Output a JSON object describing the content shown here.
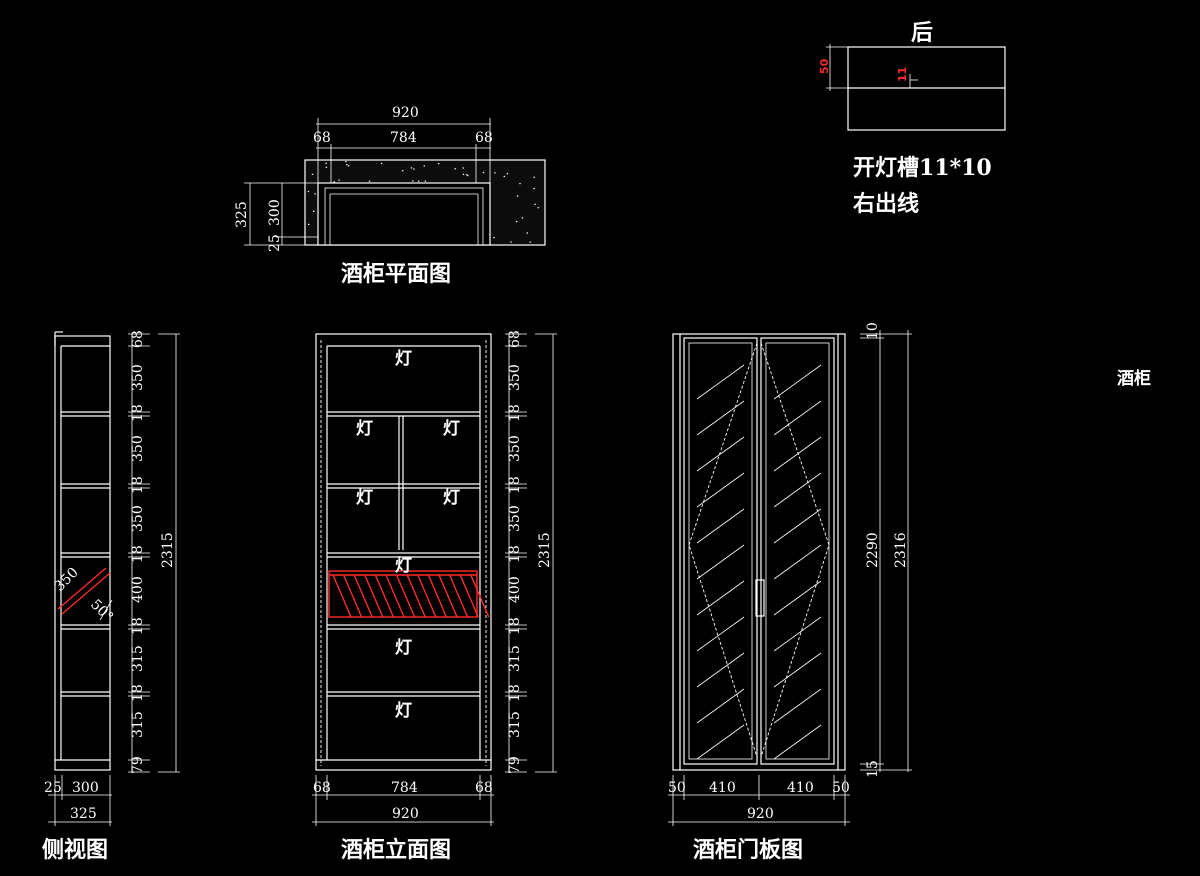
{
  "colors": {
    "background": "#000000",
    "line": "#ffffff",
    "accent_red": "#ff2a2a"
  },
  "titles": {
    "plan": "酒柜平面图",
    "side": "侧视图",
    "elevation": "酒柜立面图",
    "door": "酒柜门板图"
  },
  "detail": {
    "back_label": "后",
    "height_dim": "50",
    "slot_dim": "11",
    "note_line1": "开灯槽11*10",
    "note_line2": "右出线"
  },
  "side_label": "酒柜",
  "light_label": "灯",
  "plan_dims": {
    "overall": "920",
    "left": "68",
    "middle": "784",
    "right": "68",
    "depth": "325",
    "inner_depth": "300",
    "front": "25"
  },
  "side_dims": {
    "left": "25",
    "inner": "300",
    "total": "325",
    "diag_length": "350",
    "angle": "50°",
    "height_total": "2315"
  },
  "vertical_dims": [
    "68",
    "350",
    "18",
    "350",
    "18",
    "350",
    "18",
    "400",
    "18",
    "315",
    "18",
    "315",
    "79"
  ],
  "elev_dims": {
    "left": "68",
    "middle": "784",
    "right": "68",
    "overall": "920",
    "height_total": "2315"
  },
  "door_dims": {
    "left": "50",
    "panel1": "410",
    "panel2": "410",
    "right": "50",
    "overall": "920",
    "top": "10",
    "height": "2290",
    "bottom": "15",
    "height_total": "2316"
  }
}
